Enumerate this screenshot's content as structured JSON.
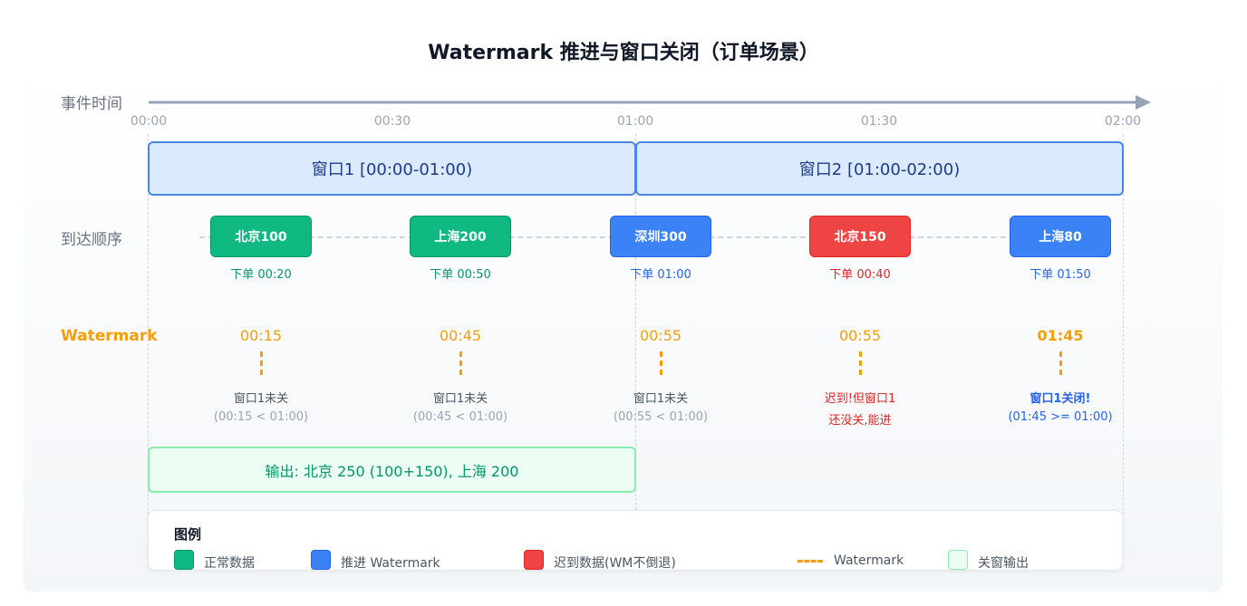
{
  "title": "Watermark 推进与窗口关闭（订单场景）",
  "axis": {
    "label": "事件时间",
    "ticks": [
      "00:00",
      "00:30",
      "01:00",
      "01:30",
      "02:00"
    ]
  },
  "windows": [
    {
      "label": "窗口1 [00:00-01:00)"
    },
    {
      "label": "窗口2 [01:00-02:00)"
    }
  ],
  "arrival": {
    "label": "到达顺序",
    "events": [
      {
        "name": "北京100",
        "order": "下单 00:20",
        "color": "green"
      },
      {
        "name": "上海200",
        "order": "下单 00:50",
        "color": "green"
      },
      {
        "name": "深圳300",
        "order": "下单 01:00",
        "color": "blue"
      },
      {
        "name": "北京150",
        "order": "下单 00:40",
        "color": "red"
      },
      {
        "name": "上海80",
        "order": "下单 01:50",
        "color": "blue"
      }
    ]
  },
  "watermark": {
    "label": "Watermark",
    "points": [
      {
        "value": "00:15",
        "status": "窗口1未关",
        "detail": "(00:15 < 01:00)"
      },
      {
        "value": "00:45",
        "status": "窗口1未关",
        "detail": "(00:45 < 01:00)"
      },
      {
        "value": "00:55",
        "status": "窗口1未关",
        "detail": "(00:55 < 01:00)"
      },
      {
        "value": "00:55",
        "status": "迟到!但窗口1",
        "detail": "还没关,能进"
      },
      {
        "value": "01:45",
        "status": "窗口1关闭!",
        "detail": "(01:45 >= 01:00)"
      }
    ]
  },
  "output": {
    "text": "输出: 北京 250 (100+150), 上海 200"
  },
  "legend": {
    "title": "图例",
    "items": [
      {
        "label": "正常数据",
        "color": "#10b981"
      },
      {
        "label": "推进 Watermark",
        "color": "#3b82f6"
      },
      {
        "label": "迟到数据(WM不倒退)",
        "color": "#ef4444"
      },
      {
        "label": "Watermark",
        "color": "#f59e0b"
      },
      {
        "label": "关窗输出",
        "color": "#ecfdf3"
      }
    ]
  },
  "colors": {
    "normal": "#10b981",
    "advance": "#3b82f6",
    "late": "#ef4444",
    "watermark": "#f59e0b",
    "output": "#059669"
  }
}
